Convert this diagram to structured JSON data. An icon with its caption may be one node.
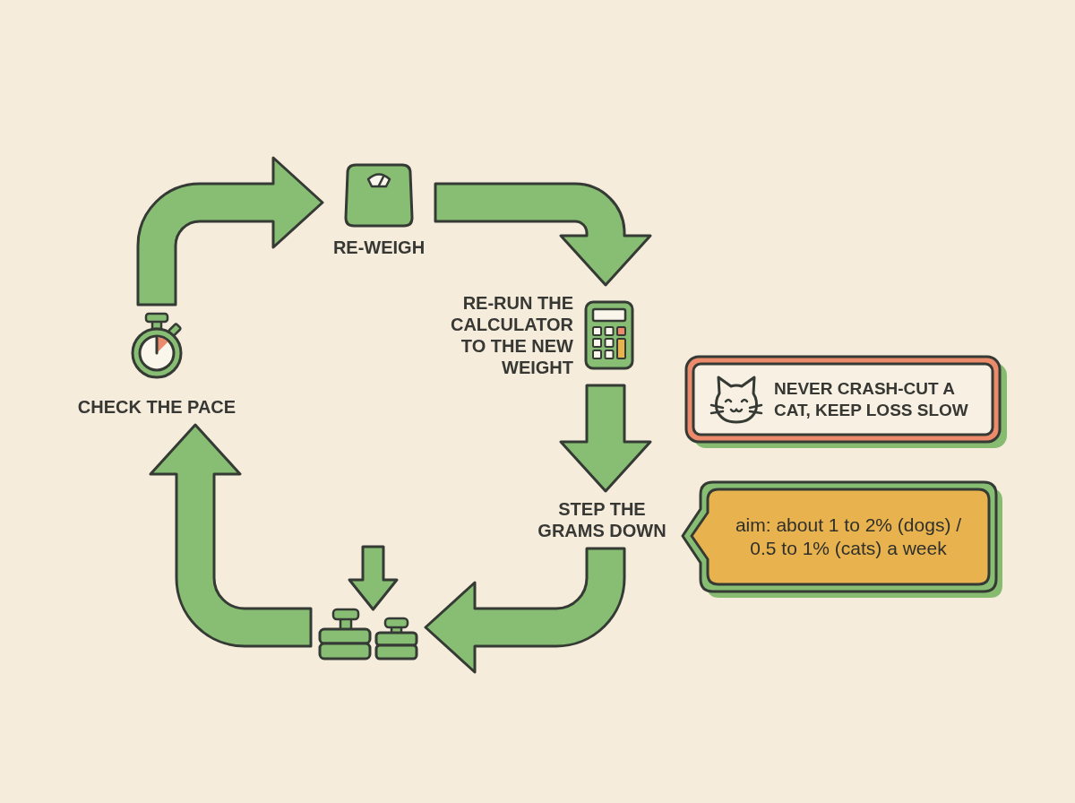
{
  "diagram": {
    "nodes": [
      {
        "text": [
          "RE-WEIGH"
        ]
      },
      {
        "text": [
          "RE-RUN THE CALCULATOR TO THE NEW WEIGHT"
        ]
      },
      {
        "text": [
          "STEP THE GRAMS DOWN"
        ]
      },
      {
        "text": [],
        "shape": "picture"
      },
      {
        "text": [
          "CHECK THE PACE"
        ]
      },
      {
        "text": [
          "NEVER CRASH-CUT A CAT, KEEP LOSS SLOW"
        ]
      },
      {
        "text": [
          "aim: about 1 to 2% (dogs) / 0.5 to 1% (cats) a week"
        ]
      }
    ],
    "edges": [
      {
        "from": 4,
        "to": 0,
        "arrow": "to"
      },
      {
        "from": 0,
        "to": 1,
        "arrow": "to"
      },
      {
        "from": 1,
        "to": 2,
        "arrow": "to"
      },
      {
        "from": 2,
        "to": 3,
        "arrow": "to"
      },
      {
        "from": 3,
        "to": 4,
        "arrow": "to"
      }
    ]
  }
}
